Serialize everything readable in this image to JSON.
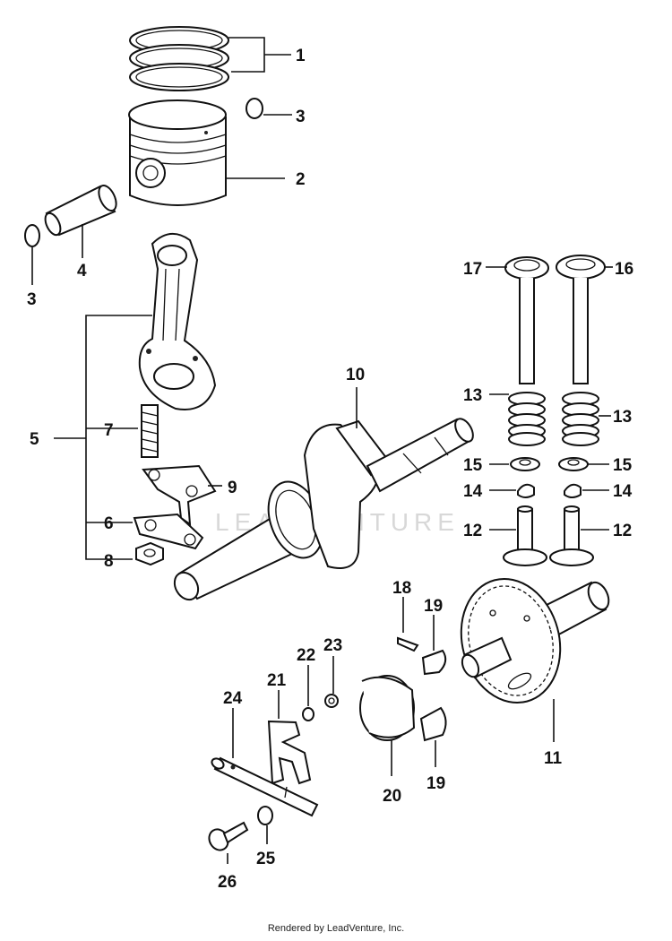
{
  "diagram": {
    "callouts": {
      "piston_rings": "1",
      "piston": "2",
      "clip_top": "3",
      "clip_left": "3",
      "piston_pin": "4",
      "connecting_rod_assembly": "5",
      "lock_plate": "6",
      "bolt": "7",
      "nut": "8",
      "oil_dipper": "9",
      "crankshaft": "10",
      "camshaft_gear": "11",
      "tappet_left": "12",
      "tappet_right": "12",
      "valve_spring_left": "13",
      "valve_spring_right": "13",
      "keeper_left": "14",
      "keeper_right": "14",
      "retainer_left": "15",
      "retainer_right": "15",
      "exhaust_valve": "16",
      "intake_valve": "17",
      "pin": "18",
      "weight_top": "19",
      "weight_bottom": "19",
      "governor_sleeve": "20",
      "governor_fork": "21",
      "washer_22": "22",
      "retainer_23": "23",
      "governor_shaft": "24",
      "washer_25": "25",
      "screw_26": "26"
    },
    "watermark": "LEADVENTURE"
  },
  "footer": "Rendered by LeadVenture, Inc."
}
